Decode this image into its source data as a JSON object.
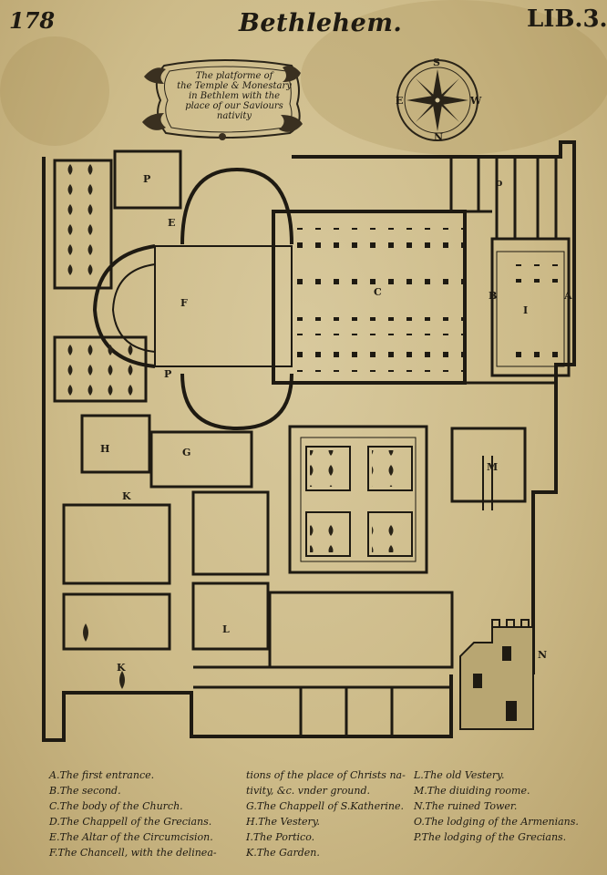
{
  "header": {
    "page_number": "178",
    "title": "Bethlehem.",
    "book": "LIB.3."
  },
  "cartouche": {
    "lines": [
      "The platforme of",
      "the Temple & Monestary",
      "in Bethlem with the",
      "place of our Saviours nativity"
    ]
  },
  "compass": {
    "north": "N",
    "south": "S",
    "east": "E",
    "west": "W"
  },
  "plan_labels": {
    "P1": "P",
    "E": "E",
    "F": "F",
    "C": "C",
    "B": "B",
    "A": "A",
    "I": "I",
    "O": "o",
    "P2": "P",
    "H": "H",
    "G": "G",
    "K1": "K",
    "M": "M",
    "L": "L",
    "K2": "K",
    "N": "N"
  },
  "legend": {
    "col1": [
      "A.The first entrance.",
      "B.The second.",
      "C.The body of the Church.",
      "D.The Chappell of the Grecians.",
      "E.The Altar of the Circumcision.",
      "F.The Chancell, with the delinea-"
    ],
    "col2": [
      "tions of the place of Christs na-",
      "tivity, &c. vnder ground.",
      "G.The Chappell of S.Katherine.",
      "H.The Vestery.",
      "I.The Portico.",
      "K.The Garden."
    ],
    "col3": [
      "L.The old Vestery.",
      "M.The diuiding roome.",
      "N.The ruined Tower.",
      "O.The lodging of the Armenians.",
      "P.The lodging of the Grecians."
    ]
  }
}
